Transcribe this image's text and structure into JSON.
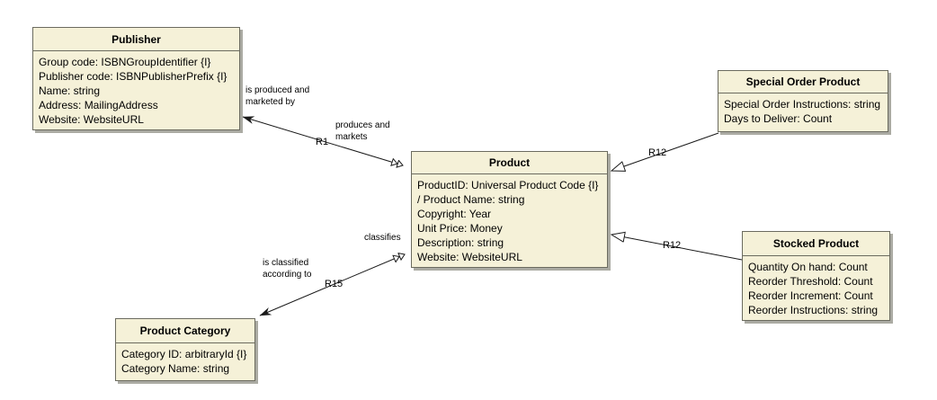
{
  "colors": {
    "entity_fill": "#F5F1D8",
    "entity_border": "#6B6B5F",
    "shadow": "#ABABA3",
    "line": "#1A1A1A",
    "background": "#FFFFFF"
  },
  "entities": [
    {
      "name": "Publisher",
      "attributes": [
        "Group code: ISBNGroupIdentifier {I}",
        "Publisher code: ISBNPublisherPrefix {I}",
        "Name: string",
        "Address: MailingAddress",
        "Website: WebsiteURL"
      ]
    },
    {
      "name": "Product",
      "attributes": [
        "ProductID: Universal Product Code {I}",
        "/ Product Name: string",
        "Copyright: Year",
        "Unit Price: Money",
        "Description: string",
        "Website: WebsiteURL"
      ]
    },
    {
      "name": "Special Order Product",
      "attributes": [
        "Special Order Instructions: string",
        "Days to Deliver: Count"
      ]
    },
    {
      "name": "Stocked Product",
      "attributes": [
        "Quantity On hand: Count",
        "Reorder Threshold: Count",
        "Reorder Increment: Count",
        "Reorder Instructions: string"
      ]
    },
    {
      "name": "Product Category",
      "attributes": [
        "Category ID: arbitraryId {I}",
        "Category Name: string"
      ]
    }
  ],
  "relationships": [
    {
      "name": "R1",
      "from": "Publisher",
      "to": "Product",
      "from_role_lines": [
        "is produced and",
        "marketed by"
      ],
      "to_role_lines": [
        "produces and",
        "markets"
      ],
      "source_arrow": "filled-arrow",
      "target_arrow": "double-open-arrow"
    },
    {
      "name": "R12",
      "from": "Special Order Product",
      "to": "Product",
      "target_arrow": "hollow-triangle"
    },
    {
      "name": "R12",
      "from": "Stocked Product",
      "to": "Product",
      "target_arrow": "hollow-triangle"
    },
    {
      "name": "R15",
      "from": "Product Category",
      "to": "Product",
      "from_role_lines": [
        "is classified",
        "according to"
      ],
      "to_role_lines": [
        "classifies"
      ],
      "source_arrow": "filled-arrow",
      "target_arrow": "double-open-arrow"
    }
  ]
}
